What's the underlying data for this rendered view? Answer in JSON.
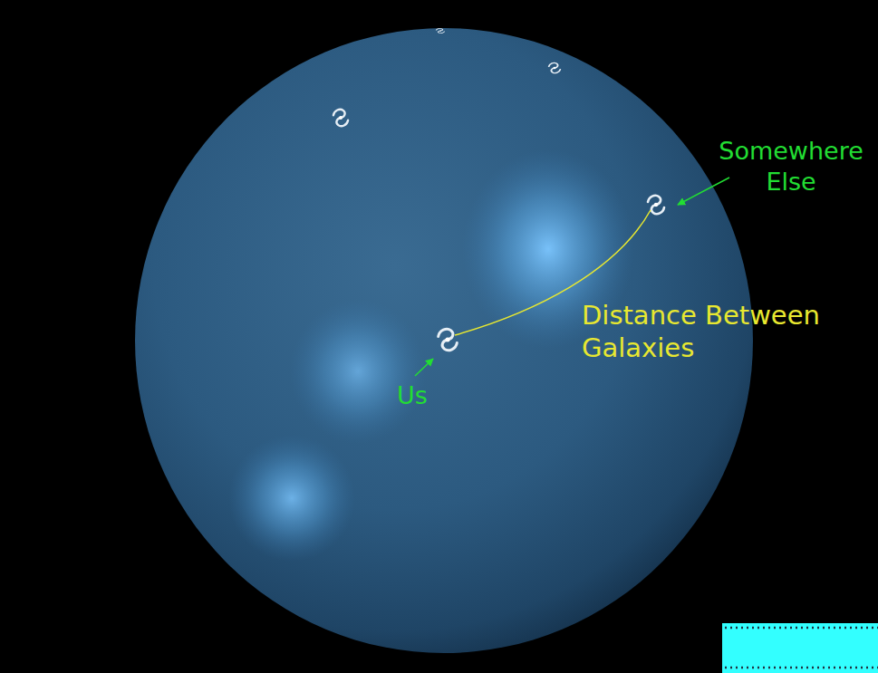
{
  "diagram": {
    "labels": [
      "Somewhere Else",
      "Us",
      "Distance Between Galaxies"
    ]
  }
}
